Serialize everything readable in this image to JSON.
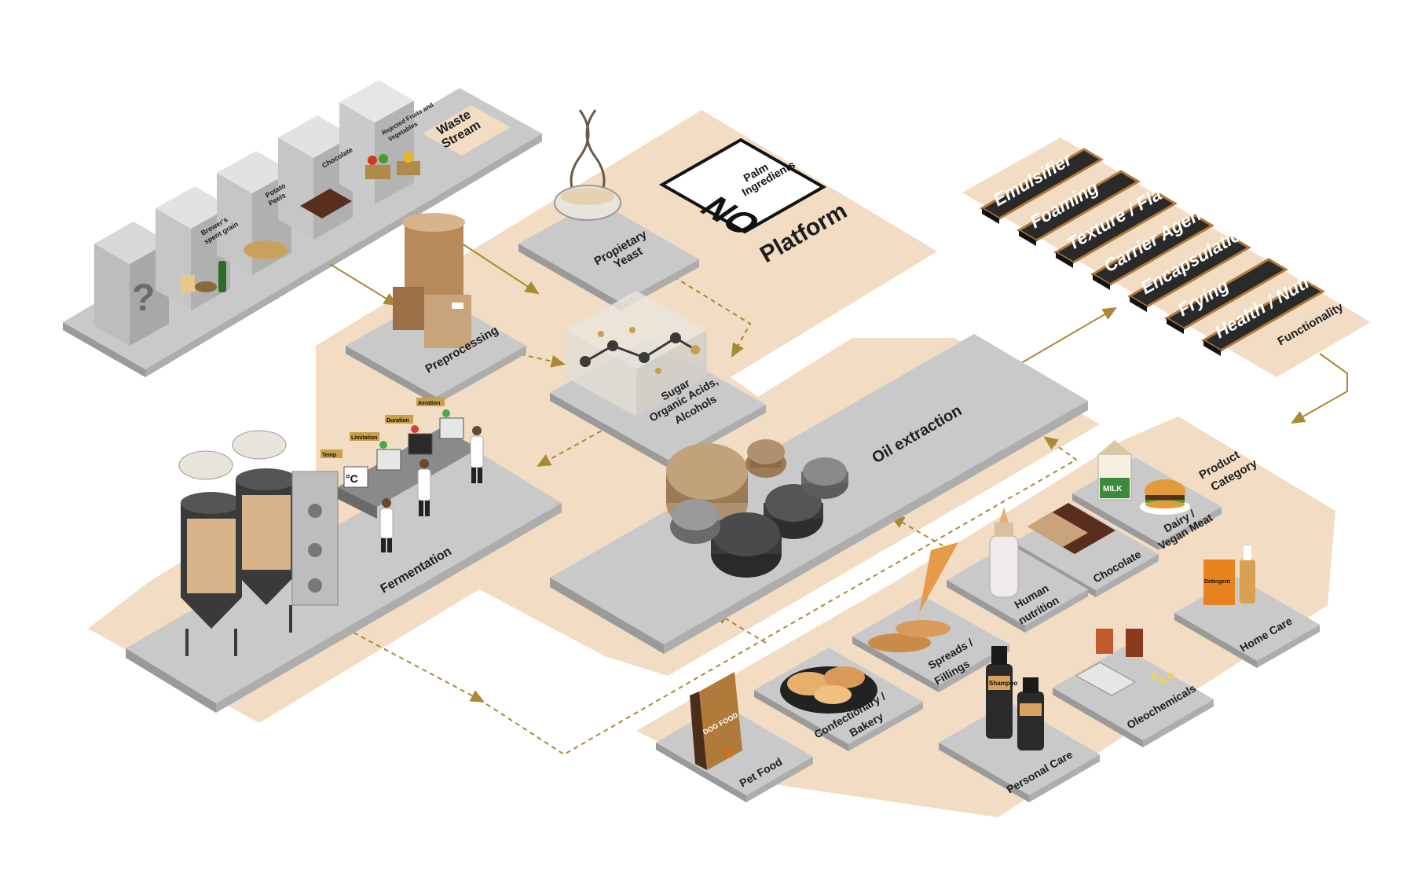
{
  "colors": {
    "platform": "#f2dcc4",
    "tile_top": "#c9c9c9",
    "tile_side": "#9a9a9a",
    "arrow": "#a88a34",
    "functionality_bar": "#2a2a2a",
    "functionality_border": "#b07a3a"
  },
  "waste_stream": {
    "title_line1": "Waste",
    "title_line2": "Stream",
    "unknown_symbol": "?",
    "items": [
      {
        "line1": "Brewer's",
        "line2": "spent grain"
      },
      {
        "line1": "Potato",
        "line2": "Peels"
      },
      {
        "line1": "Chocolate",
        "line2": ""
      },
      {
        "line1": "Rejected Fruits and",
        "line2": "Vegetables"
      }
    ]
  },
  "platform": {
    "no_label": "NO",
    "palm_line1": "Palm",
    "palm_line2": "Ingredients",
    "title": "Platform",
    "proprietary_yeast_line1": "Propietary",
    "proprietary_yeast_line2": "Yeast",
    "preprocessing": "Preprocessing",
    "sugar_line1": "Sugar",
    "sugar_line2": "Organic Acids,",
    "sugar_line3": "Alcohols",
    "fermentation": "Fermentation",
    "oil_extraction": "Oil extraction",
    "degree_label": "°C",
    "sensor_tags": [
      "Temp",
      "Limitation",
      "Duration",
      "Aeration"
    ]
  },
  "functionality": {
    "title": "Functionality",
    "items": [
      "Emulsifier",
      "Foaming",
      "Texture / Flavor",
      "Carrier Agent",
      "Encapsulation",
      "Frying",
      "Health / Nutrition"
    ]
  },
  "product_category": {
    "title_line1": "Product",
    "title_line2": "Category",
    "items": [
      {
        "id": "dairy",
        "line1": "Dairy /",
        "line2": "Vegan Meat"
      },
      {
        "id": "chocolate",
        "line1": "Chocolate",
        "line2": ""
      },
      {
        "id": "home-care",
        "line1": "Home Care",
        "line2": ""
      },
      {
        "id": "human-nutrition",
        "line1": "Human",
        "line2": "nutrition"
      },
      {
        "id": "spreads",
        "line1": "Spreads /",
        "line2": "Fillings"
      },
      {
        "id": "oleochemicals",
        "line1": "Oleochemicals",
        "line2": ""
      },
      {
        "id": "confectionary",
        "line1": "Confectionary /",
        "line2": "Bakery"
      },
      {
        "id": "personal-care",
        "line1": "Personal Care",
        "line2": ""
      },
      {
        "id": "pet-food",
        "line1": "Pet Food",
        "line2": ""
      }
    ],
    "milk_label": "MILK",
    "dog_food_label": "DOG FOOD",
    "shampoo_label": "Shampoo",
    "detergent_label": "Detergent"
  }
}
